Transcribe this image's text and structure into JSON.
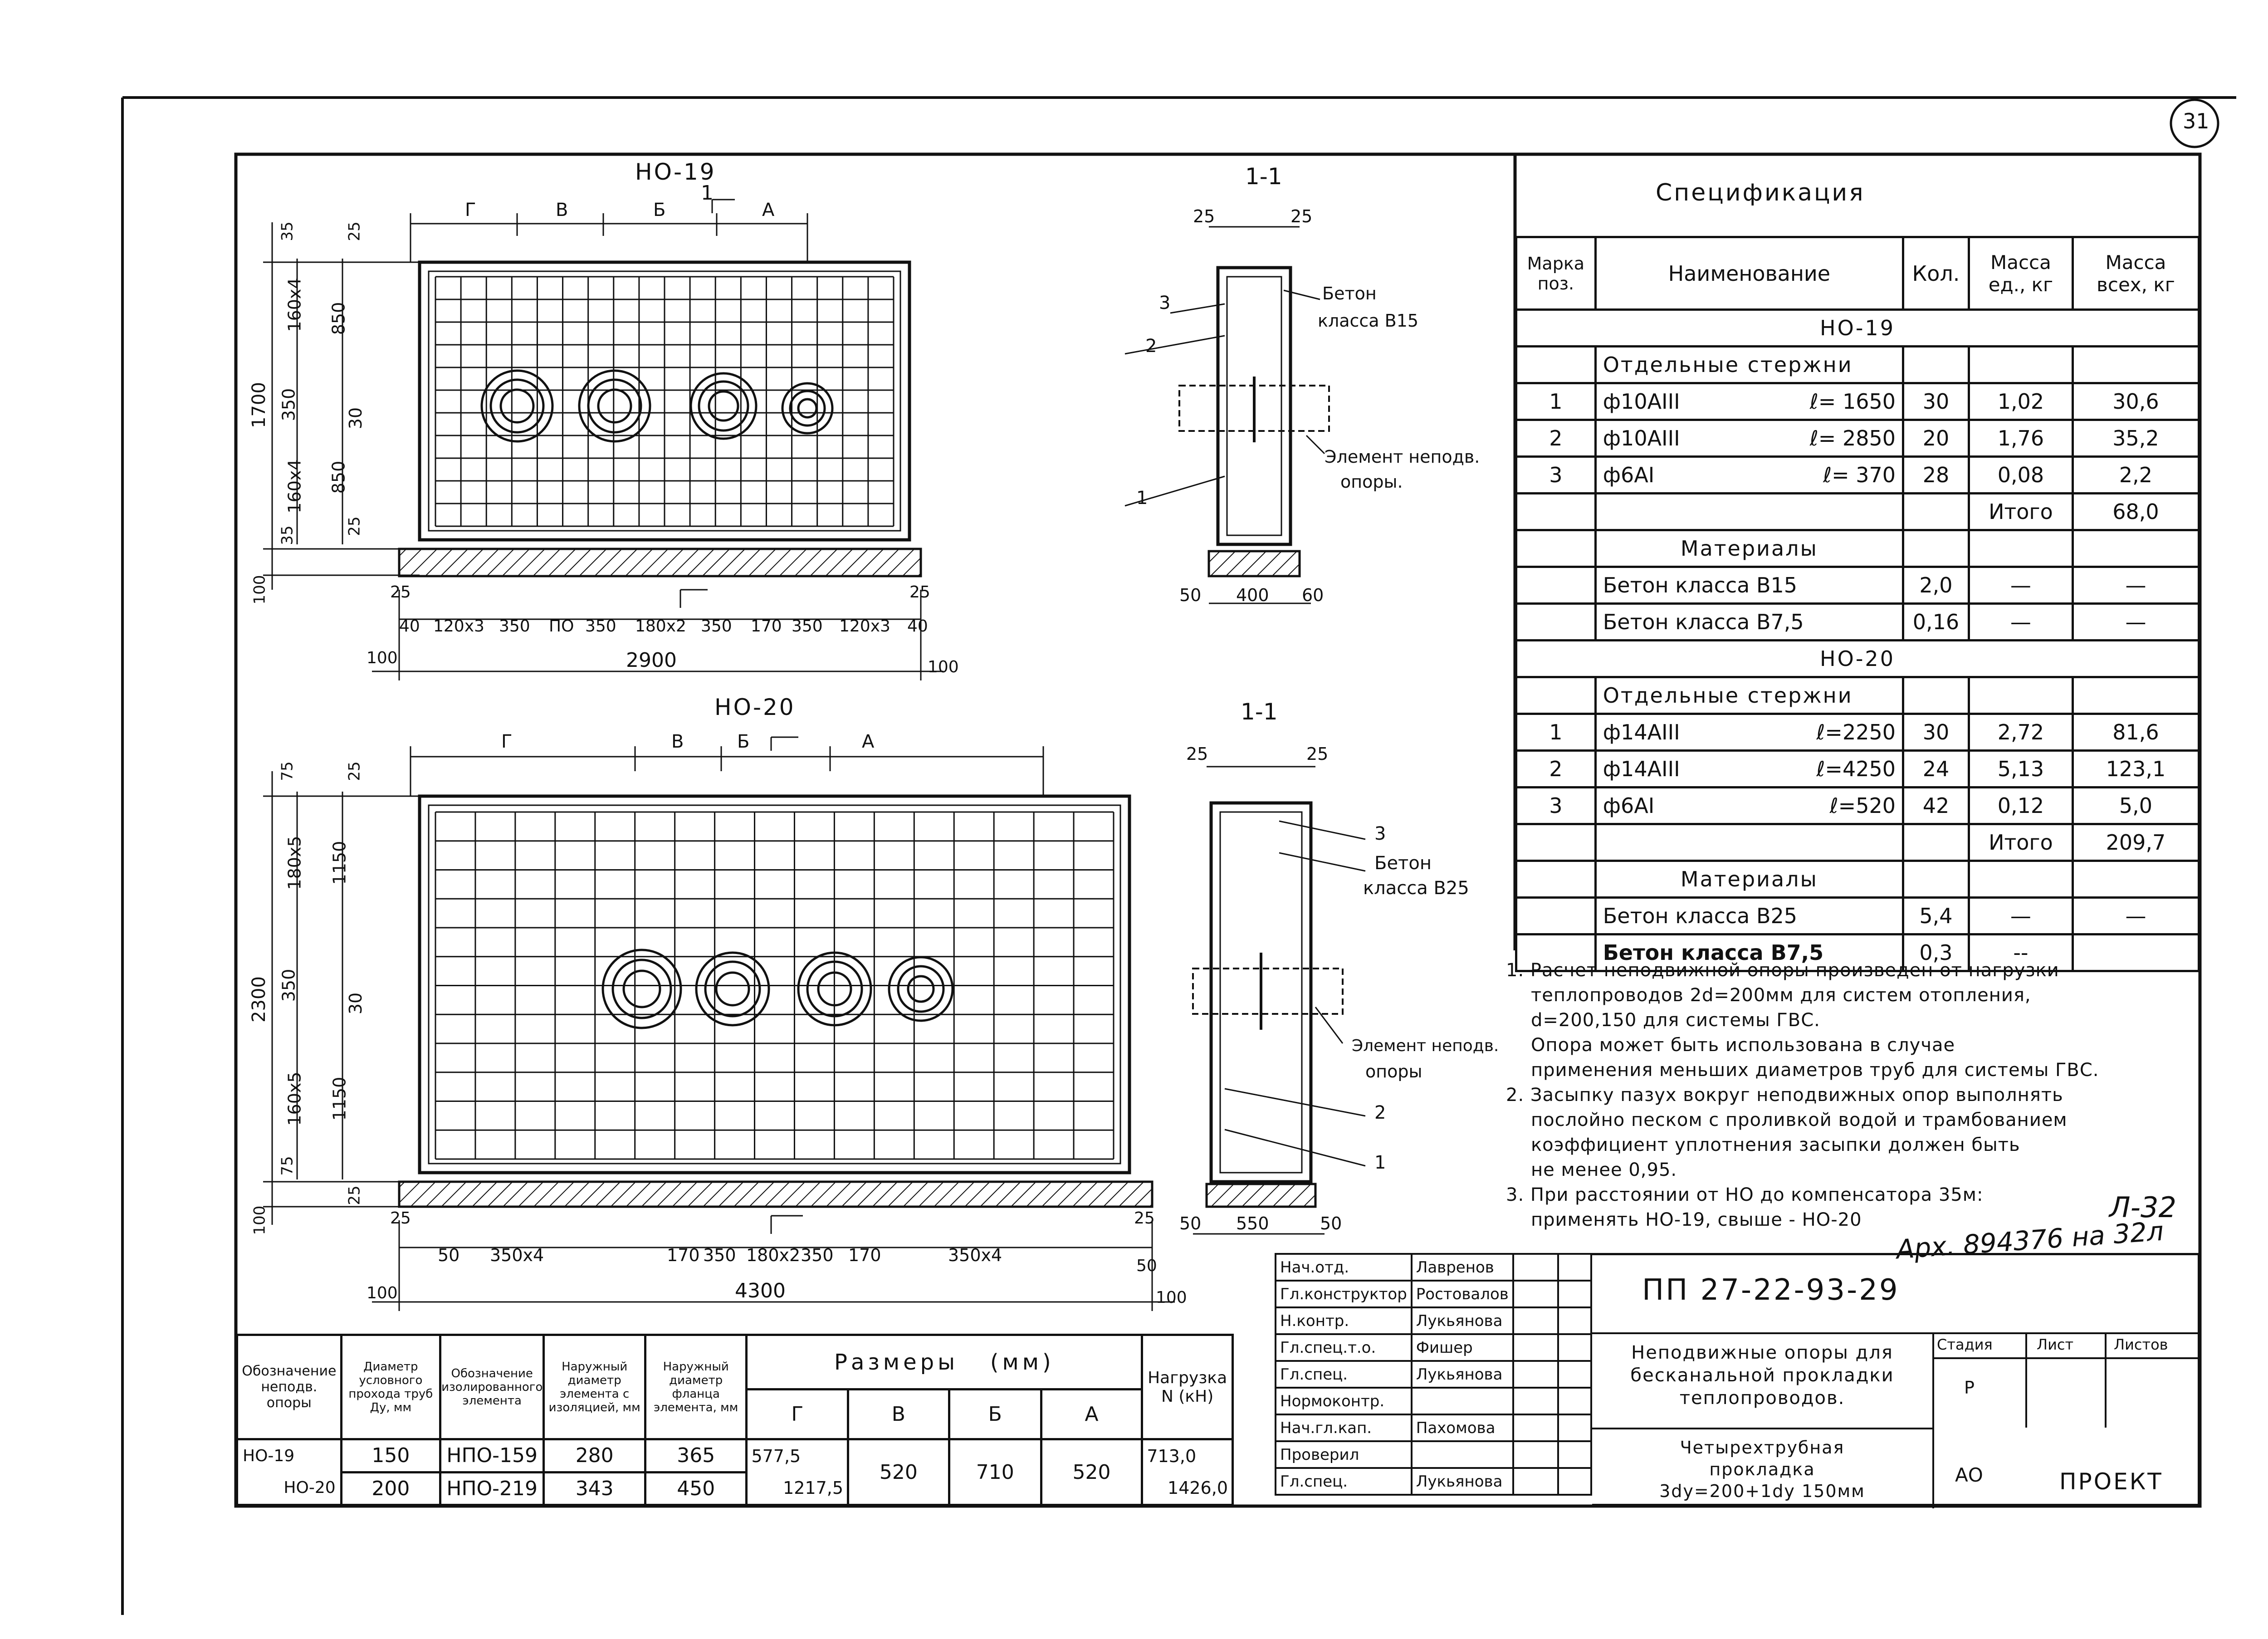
{
  "sheet": {
    "number": "31",
    "code": "ПП 27-22-93-29",
    "archive": "Арх. 894376 на 32л",
    "sheet_ref": "Л-32"
  },
  "views": {
    "no19_title": "НО-19",
    "no20_title": "НО-20",
    "section_11": "1-1",
    "section_11b": "1-1",
    "cut_mark": "1",
    "no19_dims": {
      "top": [
        "Г",
        "В",
        "Б",
        "А"
      ],
      "left": [
        "35",
        "25",
        "160х4",
        "850",
        "1700",
        "350",
        "30",
        "160х4",
        "850",
        "25",
        "35",
        "100"
      ],
      "bottom": [
        "25",
        "40",
        "120х3",
        "350",
        "ПО",
        "350",
        "180х2",
        "350",
        "170",
        "350",
        "120х3",
        "40",
        "25",
        "2900",
        "100",
        "100"
      ]
    },
    "no20_dims": {
      "top": [
        "Г",
        "В",
        "Б",
        "А"
      ],
      "left": [
        "75",
        "25",
        "180х5",
        "1150",
        "2300",
        "350",
        "30",
        "160х5",
        "1150",
        "75",
        "25",
        "100"
      ],
      "bottom": [
        "25",
        "50",
        "350х4",
        "170",
        "350",
        "180х2",
        "350",
        "170",
        "350х4",
        "25",
        "50",
        "4300",
        "100",
        "100"
      ]
    },
    "sec1": {
      "top_left": "25",
      "top_right": "25",
      "b": [
        "50",
        "400",
        "60"
      ],
      "concrete": "Бетон",
      "concrete_class": "класса В15",
      "element": "Элемент неподв.",
      "element2": "опоры.",
      "p3": "3",
      "p2": "2",
      "p1": "1"
    },
    "sec2": {
      "top_left": "25",
      "top_right": "25",
      "b": [
        "50",
        "550",
        "50"
      ],
      "concrete": "Бетон",
      "concrete_class": "класса В25",
      "element": "Элемент неподв.",
      "element2": "опоры",
      "p3": "3",
      "p2": "2",
      "p1": "1"
    }
  },
  "spec": {
    "title": "Спецификация",
    "headers": [
      "Марка поз.",
      "Наименование",
      "Кол.",
      "Масса ед., кг",
      "Масса всех, кг"
    ],
    "no19": {
      "label": "НО-19",
      "sub1": "Отдельные стержни",
      "rows": [
        [
          "1",
          "ф10АIII",
          "ℓ= 1650",
          "30",
          "1,02",
          "30,6"
        ],
        [
          "2",
          "ф10АIII",
          "ℓ= 2850",
          "20",
          "1,76",
          "35,2"
        ],
        [
          "3",
          "ф6АI",
          "ℓ= 370",
          "28",
          "0,08",
          "2,2"
        ]
      ],
      "total_label": "Итого",
      "total": "68,0",
      "sub2": "Материалы",
      "mats": [
        [
          "Бетон класса В15",
          "2,0",
          "—",
          "—"
        ],
        [
          "Бетон класса В7,5",
          "0,16",
          "—",
          "—"
        ]
      ]
    },
    "no20": {
      "label": "НО-20",
      "sub1": "Отдельные стержни",
      "rows": [
        [
          "1",
          "ф14АIII",
          "ℓ=2250",
          "30",
          "2,72",
          "81,6"
        ],
        [
          "2",
          "ф14АIII",
          "ℓ=4250",
          "24",
          "5,13",
          "123,1"
        ],
        [
          "3",
          "ф6АI",
          "ℓ=520",
          "42",
          "0,12",
          "5,0"
        ]
      ],
      "total_label": "Итого",
      "total": "209,7",
      "sub2": "Материалы",
      "mats": [
        [
          "Бетон класса В25",
          "5,4",
          "—",
          "—"
        ],
        [
          "Бетон класса В7,5",
          "0,3",
          "--",
          ""
        ]
      ]
    }
  },
  "notes": [
    "1. Расчет неподвижной опоры произведен от нагрузки",
    "теплопроводов 2d=200мм для систем отопления,",
    "d=200,150 для системы ГВС.",
    "Опора может быть использована в случае",
    "применения меньших диаметров труб для системы ГВС.",
    "2. Засыпку пазух вокруг неподвижных опор выполнять",
    "послойно песком с проливкой водой и трамбованием",
    "коэффициент уплотнения засыпки должен быть",
    "не менее   0,95.",
    "3. При расстоянии от НО до компенсатора 35м:",
    "применять  НО-19, свыше - НО-20"
  ],
  "dims_table": {
    "headers": [
      "Обозначение неподв. опоры",
      "Диаметр условного прохода труб Ду, мм",
      "Обозначение изолированного элемента",
      "Наружный диаметр элемента с изоляцией, мм",
      "Наружный диаметр фланца элемента, мм",
      "Размеры",
      "(мм)",
      "Нагрузка N (кН)"
    ],
    "size_cols": [
      "Г",
      "В",
      "Б",
      "А"
    ],
    "rows": [
      {
        "mark": "НО-19",
        "dy": "150",
        "elem": "НПО-159",
        "d1": "280",
        "d2": "365",
        "g": "577,5",
        "load": "713,0"
      },
      {
        "mark": "НО-20",
        "dy": "200",
        "elem": "НПО-219",
        "d1": "343",
        "d2": "450",
        "g": "1217,5",
        "load": "1426,0"
      }
    ],
    "shared": {
      "v": "520",
      "b": "710",
      "a": "520"
    }
  },
  "stamp": {
    "people": [
      [
        "Нач.отд.",
        "Лавренов"
      ],
      [
        "Гл.конструктор",
        "Ростовалов"
      ],
      [
        "Н.контр.",
        "Лукьянова"
      ],
      [
        "Гл.спец.т.о.",
        "Фишер"
      ],
      [
        "Гл.спец.",
        "Лукьянова"
      ],
      [
        "Нормоконтр.",
        ""
      ],
      [
        "Нач.гл.кап.",
        "Пахомова"
      ],
      [
        "Проверил",
        ""
      ],
      [
        "Гл.спец.",
        "Лукьянова"
      ]
    ],
    "title1": "Неподвижные опоры для бесканальной прокладки теплопроводов.",
    "title2": "Четырехтрубная прокладка 3dy=200+1dy 150мм",
    "stage_label": "Стадия",
    "sheet_label": "Лист",
    "sheets_label": "Листов",
    "stage": "Р",
    "sheet_val": "АО",
    "project": "ПРОЕКТ"
  }
}
